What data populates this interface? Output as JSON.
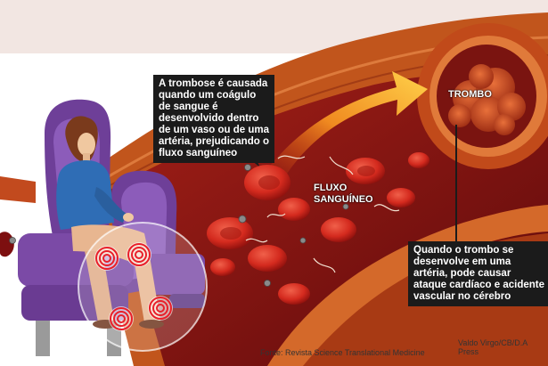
{
  "callouts": {
    "cause": "A trombose é causada quando um coágulo de sangue é desenvolvido dentro de um vaso ou de uma artéria, prejudicando o fluxo sanguíneo",
    "consequence": "Quando o trombo se desenvolve em uma artéria, pode causar ataque cardíaco e acidente vascular no cérebro"
  },
  "labels": {
    "blood_flow_line1": "FLUXO",
    "blood_flow_line2": "SANGUÍNEO",
    "thrombus": "TROMBO"
  },
  "credits": {
    "source": "Fonte: Revista Science Translational Medicine",
    "author": "Valdo Virgo/CB/D.A Press"
  },
  "colors": {
    "vessel_wall": "#c1551c",
    "vessel_interior": "#7d0f10",
    "blood_cell": "#d42a1e",
    "arrow": "#f0a020",
    "seat": "#7b4aa6",
    "sweater": "#2f6db5",
    "callout_bg": "#1b1b1b"
  }
}
